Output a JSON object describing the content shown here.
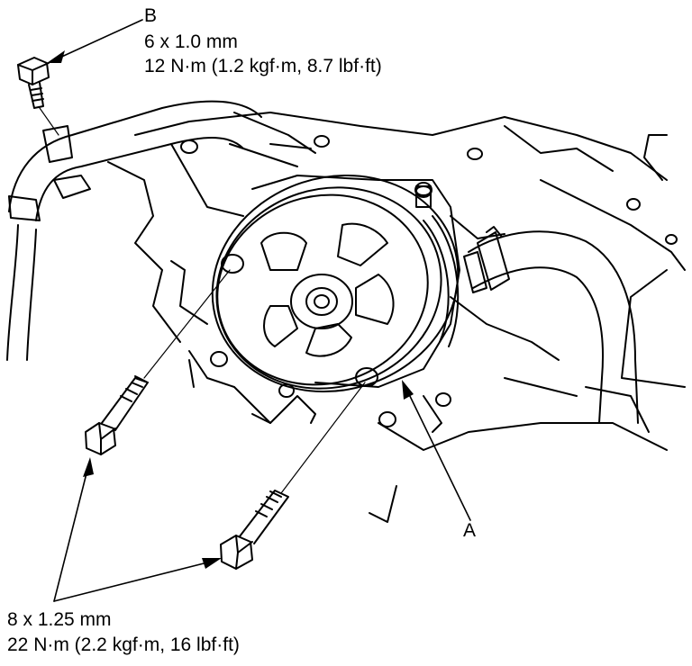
{
  "callouts": {
    "b": {
      "letter": "B",
      "size": "6 x 1.0 mm",
      "torque": "12 N·m (1.2 kgf·m, 8.7 lbf·ft)"
    },
    "a": {
      "letter": "A"
    },
    "lower_bolts": {
      "size": "8 x 1.25 mm",
      "torque": "22 N·m (2.2 kgf·m, 16 lbf·ft)"
    }
  },
  "colors": {
    "ink": "#000000",
    "paper": "#ffffff"
  }
}
